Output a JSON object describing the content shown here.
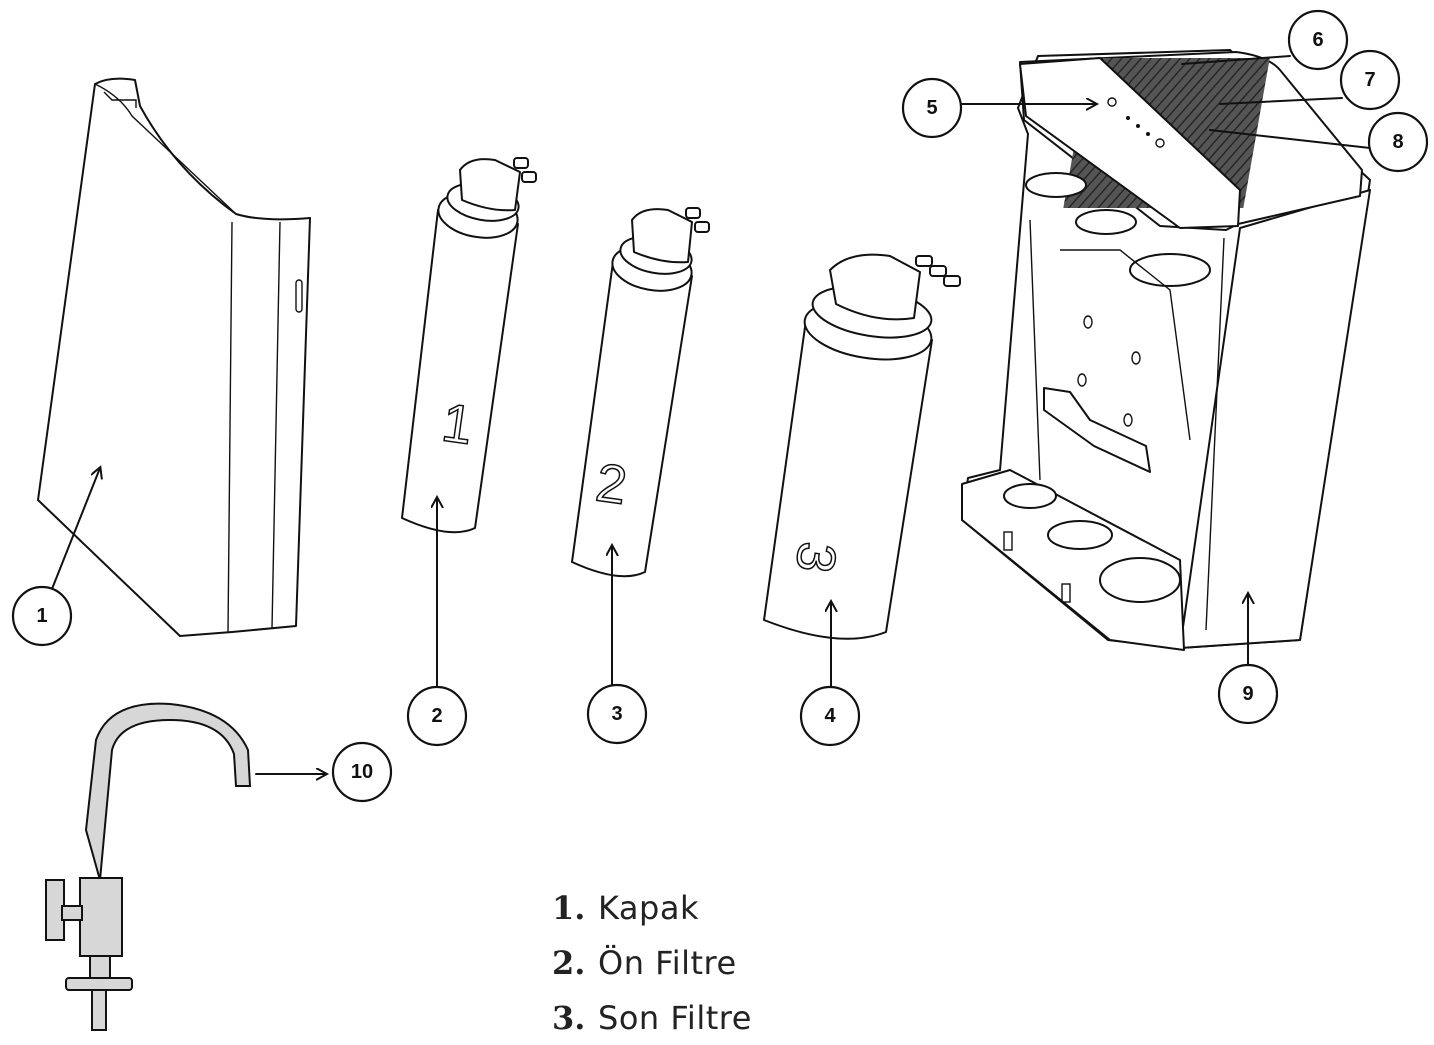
{
  "callouts": [
    "1",
    "2",
    "3",
    "4",
    "5",
    "6",
    "7",
    "8",
    "9",
    "10"
  ],
  "filter_marks": [
    "1",
    "2",
    "3"
  ],
  "legend": [
    {
      "num": "1.",
      "label": "Kapak"
    },
    {
      "num": "2.",
      "label": "Ön Filtre"
    },
    {
      "num": "3.",
      "label": "Son Filtre"
    }
  ]
}
